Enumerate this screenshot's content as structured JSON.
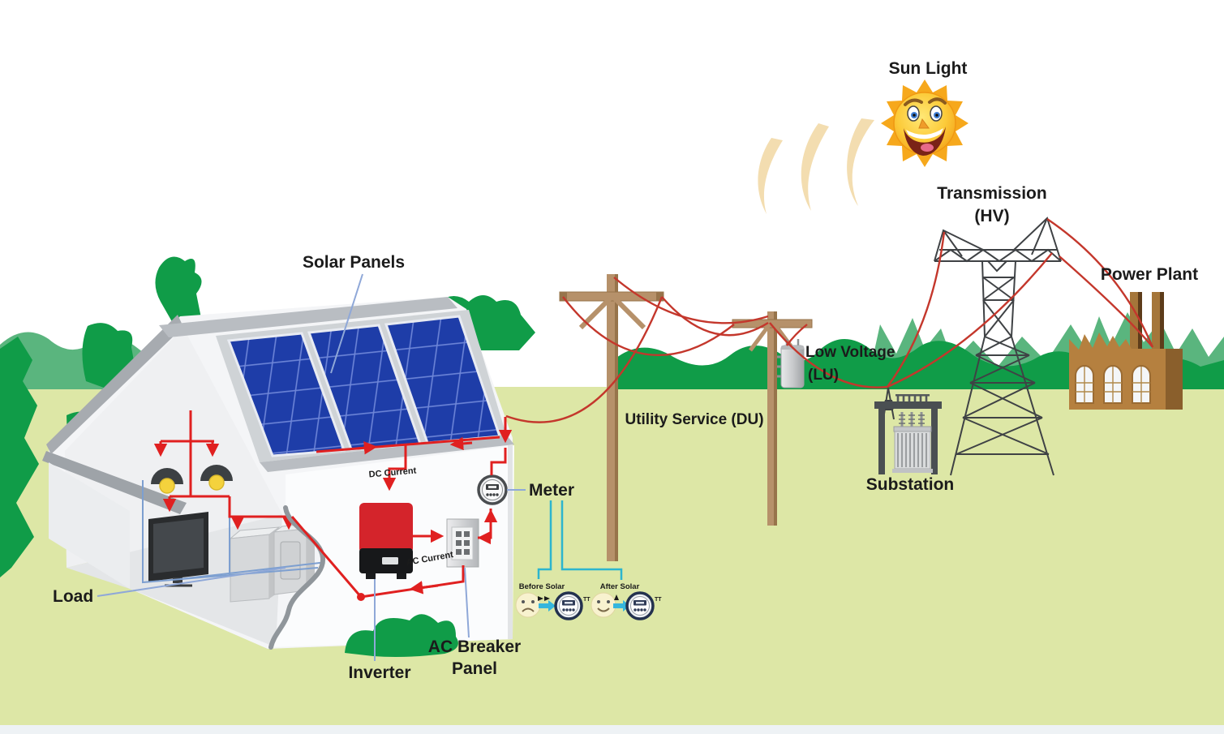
{
  "diagram": {
    "title_implicit": "Residential solar power and utility grid diagram",
    "labels": {
      "sun_light": "Sun Light",
      "transmission_1": "Transmission",
      "transmission_2": "(HV)",
      "power_plant": "Power Plant",
      "low_voltage_1": "Low Voltage",
      "low_voltage_2": "(LU)",
      "utility_service": "Utility Service (DU)",
      "substation": "Substation",
      "solar_panels": "Solar Panels",
      "meter": "Meter",
      "load": "Load",
      "inverter": "Inverter",
      "ac_breaker_1": "AC Breaker",
      "ac_breaker_2": "Panel",
      "dc_current": "DC Current",
      "ac_current": "AC Current",
      "before_solar": "Before Solar",
      "after_solar": "After Solar",
      "meter_mark": "TT"
    },
    "colors": {
      "ground": "#dde7a6",
      "grass_light": "#5ab57e",
      "grass_dark": "#109c48",
      "wire_red": "#c4372c",
      "circuit_red": "#e02020",
      "callout_blue": "#8fa8d8",
      "bracket_cyan": "#2cb5ce",
      "panel_blue": "#1e3da8",
      "pole_brown": "#b6916a",
      "plant_brown": "#b5803f",
      "sun_orange": "#f6a81c",
      "inverter_red": "#d4242b",
      "arrow_blue": "#35b6dd",
      "bottom_strip": "#eef2f5"
    }
  }
}
